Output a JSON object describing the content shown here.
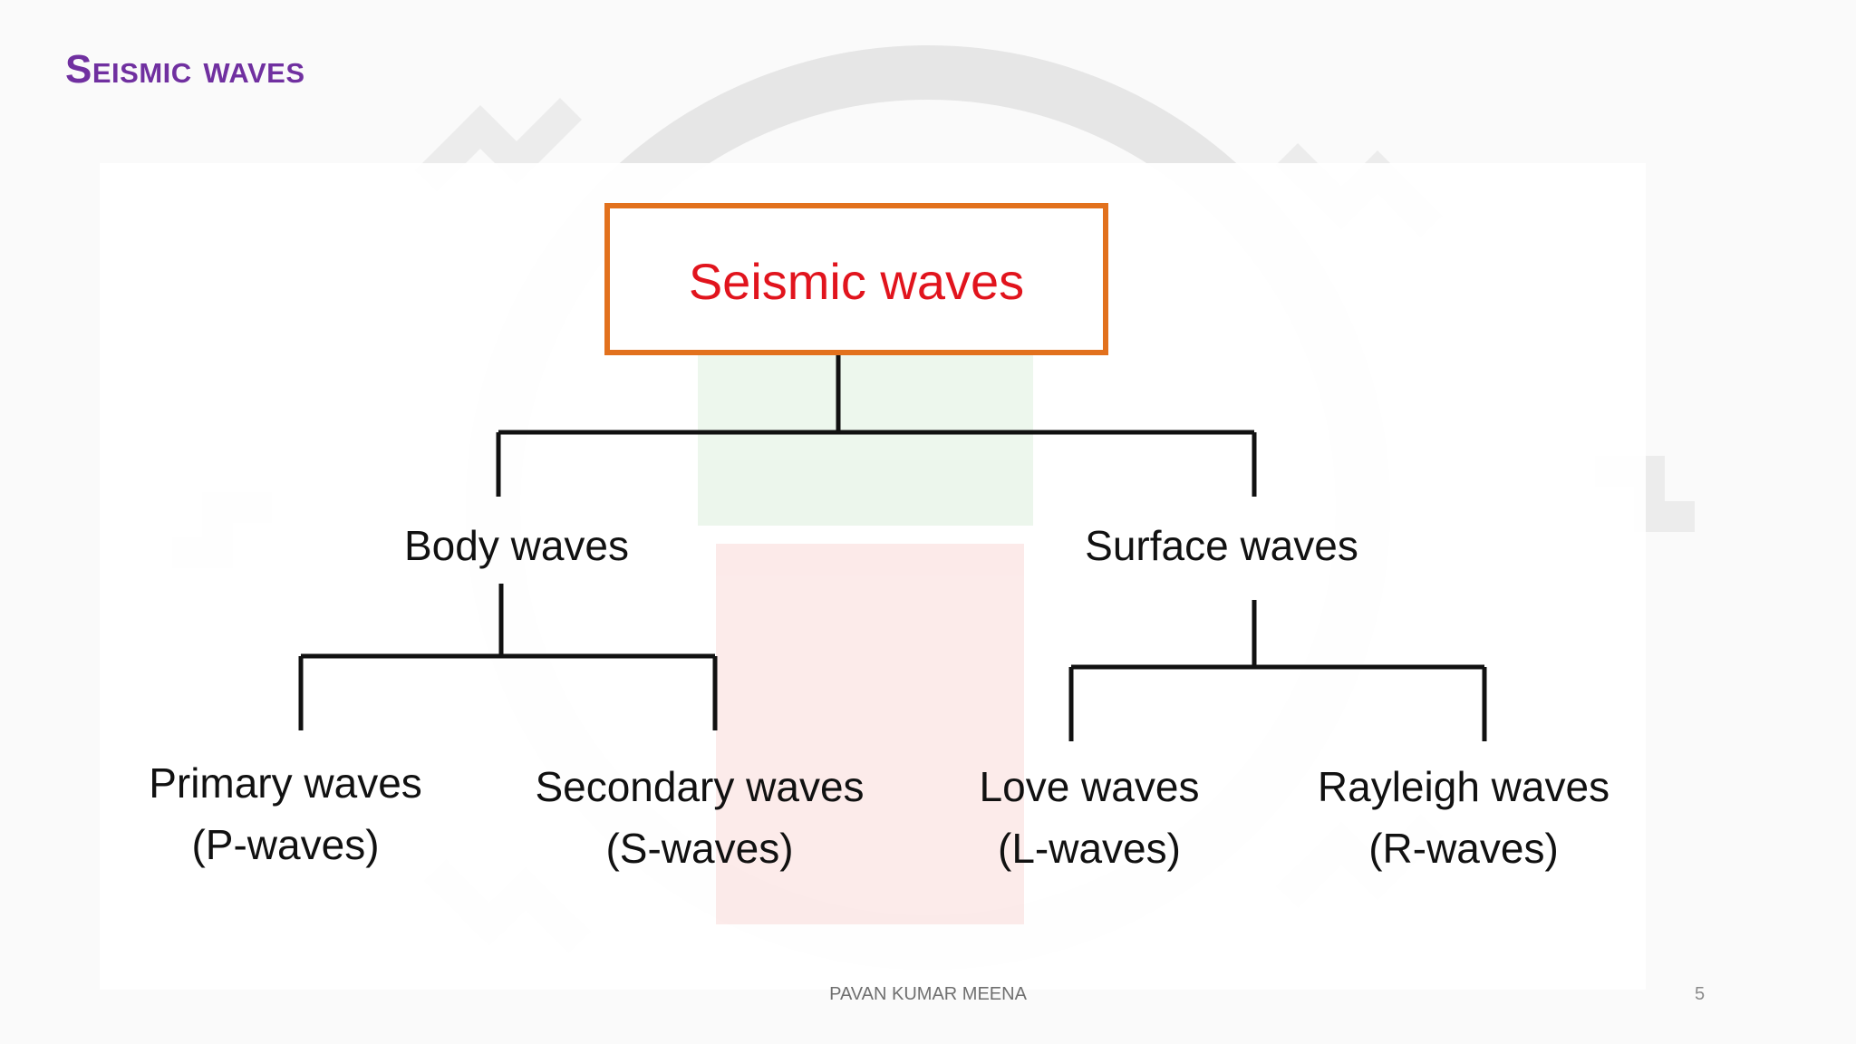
{
  "slide": {
    "title": "Seismic waves",
    "footer_author": "PAVAN KUMAR MEENA",
    "page_number": "5"
  },
  "diagram": {
    "root": {
      "label": "Seismic waves"
    },
    "body": {
      "label": "Body waves",
      "children": [
        {
          "line1": "Primary waves",
          "line2": "(P-waves)"
        },
        {
          "line1": "Secondary waves",
          "line2": "(S-waves)"
        }
      ]
    },
    "surface": {
      "label": "Surface waves",
      "children": [
        {
          "line1": "Love waves",
          "line2": "(L-waves)"
        },
        {
          "line1": "Rayleigh waves",
          "line2": "(R-waves)"
        }
      ]
    }
  },
  "colors": {
    "title": "#7030a0",
    "root_border": "#e2711d",
    "root_text": "#e1141d",
    "connector": "#111111"
  }
}
